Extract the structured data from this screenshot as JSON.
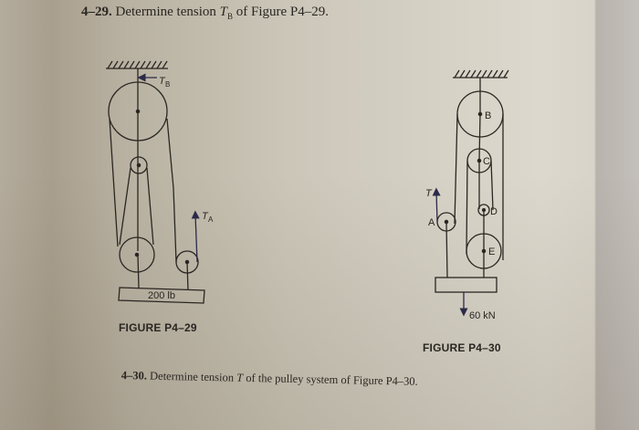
{
  "problems": [
    {
      "number": "4–29.",
      "text": "Determine tension ",
      "var": "T",
      "sub": "B",
      "tail": " of Figure P4–29."
    },
    {
      "number": "4–30.",
      "text": "Determine tension ",
      "var": "T",
      "tail": " of the pulley system of Figure P4–30."
    }
  ],
  "figures": {
    "p4_29": {
      "caption": "FIGURE P4–29",
      "load_label": "200 lb",
      "tension_b_var": "T",
      "tension_b_sub": "B",
      "tension_a_var": "T",
      "tension_a_sub": "A"
    },
    "p4_30": {
      "caption": "FIGURE P4–30",
      "load_label": "60 kN",
      "tension_var": "T",
      "pulleys": [
        "A",
        "B",
        "C",
        "D",
        "E"
      ]
    }
  },
  "colors": {
    "ink": "#2a2622",
    "arrow_ink": "#2c2a4a",
    "page": "#d6d2c6"
  }
}
